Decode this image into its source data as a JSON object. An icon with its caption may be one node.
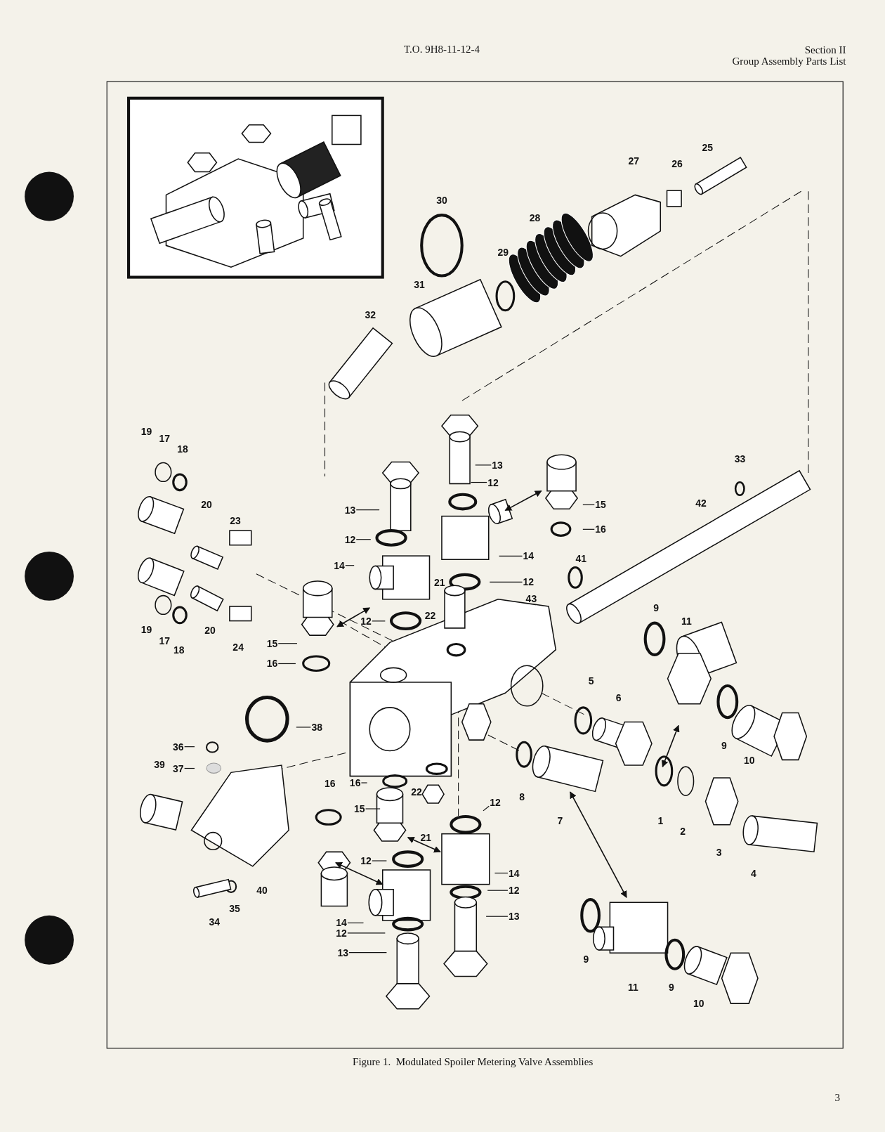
{
  "diagram": {
    "caption": "Figure 1.  Modulated Spoiler Metering Valve Assemblies",
    "nodes": [
      {
        "text": [
          "13"
        ]
      },
      {
        "text": [
          "12"
        ]
      },
      {
        "text": [
          "15"
        ]
      },
      {
        "text": [
          "13"
        ]
      },
      {
        "text": [
          "16"
        ]
      },
      {
        "text": [
          "12"
        ]
      },
      {
        "text": [
          "14"
        ]
      },
      {
        "text": [
          "14"
        ]
      },
      {
        "text": [
          "12"
        ]
      },
      {
        "text": [
          "12"
        ]
      },
      {
        "text": [
          "15"
        ]
      },
      {
        "text": [
          "16"
        ]
      },
      {
        "text": [
          "38"
        ]
      },
      {
        "text": [
          "36"
        ]
      },
      {
        "text": [
          "37"
        ]
      },
      {
        "text": [
          "16"
        ]
      },
      {
        "text": [
          "12"
        ]
      },
      {
        "text": [
          "15"
        ]
      },
      {
        "text": [
          "12"
        ]
      },
      {
        "text": [
          "14"
        ]
      },
      {
        "text": [
          "12"
        ]
      },
      {
        "text": [
          "13"
        ]
      },
      {
        "text": [
          "14"
        ]
      },
      {
        "text": [
          "12"
        ]
      },
      {
        "text": [
          "13"
        ]
      }
    ],
    "edges": [
      {
        "from": 0,
        "to": null,
        "arrow": "none"
      },
      {
        "from": 1,
        "to": null,
        "arrow": "none"
      },
      {
        "from": 2,
        "to": null,
        "arrow": "none"
      },
      {
        "from": 3,
        "to": null,
        "arrow": "none"
      },
      {
        "from": 4,
        "to": null,
        "arrow": "none"
      },
      {
        "from": 5,
        "to": null,
        "arrow": "none"
      },
      {
        "from": 6,
        "to": null,
        "arrow": "none"
      },
      {
        "from": 7,
        "to": null,
        "arrow": "none"
      },
      {
        "from": 8,
        "to": null,
        "arrow": "none"
      },
      {
        "from": 9,
        "to": null,
        "arrow": "none"
      },
      {
        "from": 10,
        "to": null,
        "arrow": "none"
      },
      {
        "from": 11,
        "to": null,
        "arrow": "none"
      },
      {
        "from": 12,
        "to": null,
        "arrow": "none"
      },
      {
        "from": 13,
        "to": null,
        "arrow": "none"
      },
      {
        "from": 14,
        "to": null,
        "arrow": "none"
      },
      {
        "from": 15,
        "to": null,
        "arrow": "none"
      },
      {
        "from": 16,
        "to": null,
        "arrow": "none"
      },
      {
        "from": 17,
        "to": null,
        "arrow": "none"
      },
      {
        "from": 18,
        "to": null,
        "arrow": "none"
      },
      {
        "from": 19,
        "to": null,
        "arrow": "none"
      },
      {
        "from": 20,
        "to": null,
        "arrow": "none"
      },
      {
        "from": 21,
        "to": null,
        "arrow": "none"
      },
      {
        "from": 22,
        "to": null,
        "arrow": "none"
      },
      {
        "from": 23,
        "to": null,
        "arrow": "none"
      },
      {
        "from": 24,
        "to": null,
        "arrow": "none"
      }
    ],
    "labels": [
      "T.O. 9H8-11-12-4",
      "Section II",
      "Group Assembly Parts List",
      "25",
      "27",
      "26",
      "30",
      "28",
      "29",
      "31",
      "32",
      "19",
      "17",
      "18",
      "33",
      "42",
      "20",
      "23",
      "41",
      "21",
      "43",
      "9",
      "22",
      "11",
      "19",
      "20",
      "17",
      "24",
      "18",
      "5",
      "6",
      "9",
      "10",
      "39",
      "16",
      "22",
      "8",
      "1",
      "7",
      "2",
      "21",
      "3",
      "4",
      "40",
      "35",
      "34",
      "9",
      "11",
      "9",
      "10",
      "3"
    ]
  }
}
